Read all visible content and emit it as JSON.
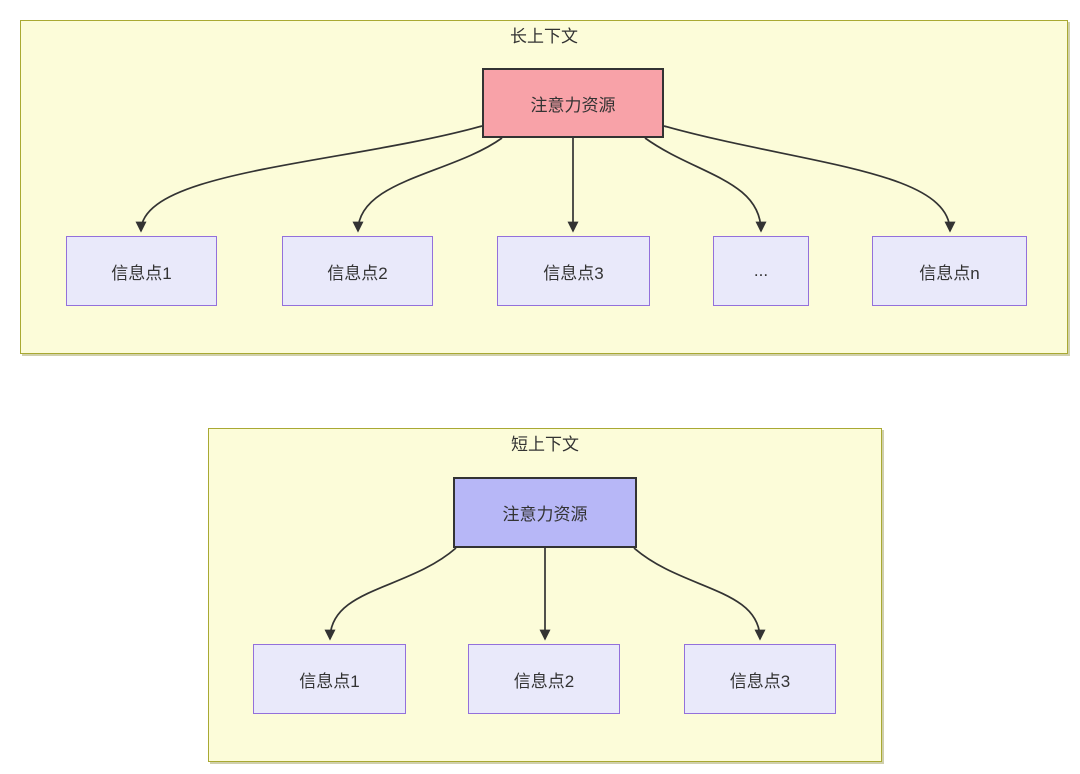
{
  "diagram": {
    "type": "flowchart-comparison",
    "sections": [
      {
        "title": "长上下文",
        "attention": {
          "label": "注意力资源"
        },
        "nodes": [
          {
            "label": "信息点1"
          },
          {
            "label": "信息点2"
          },
          {
            "label": "信息点3"
          },
          {
            "label": "..."
          },
          {
            "label": "信息点n"
          }
        ],
        "edges": [
          {
            "from": "注意力资源",
            "to": "信息点1"
          },
          {
            "from": "注意力资源",
            "to": "信息点2"
          },
          {
            "from": "注意力资源",
            "to": "信息点3"
          },
          {
            "from": "注意力资源",
            "to": "..."
          },
          {
            "from": "注意力资源",
            "to": "信息点n"
          }
        ]
      },
      {
        "title": "短上下文",
        "attention": {
          "label": "注意力资源"
        },
        "nodes": [
          {
            "label": "信息点1"
          },
          {
            "label": "信息点2"
          },
          {
            "label": "信息点3"
          }
        ],
        "edges": [
          {
            "from": "注意力资源",
            "to": "信息点1"
          },
          {
            "from": "注意力资源",
            "to": "信息点2"
          },
          {
            "from": "注意力资源",
            "to": "信息点3"
          }
        ]
      }
    ],
    "colors": {
      "page_bg": "#ffffff",
      "cluster_fill": "#fcfcd9",
      "cluster_border": "#a9a933",
      "attention_long_fill": "#f8a2a8",
      "attention_short_fill": "#b7b7f7",
      "attention_border": "#333333",
      "node_fill": "#e9e9fa",
      "node_border": "#9370db",
      "edge_color": "#333333",
      "text_color": "#333333"
    }
  }
}
